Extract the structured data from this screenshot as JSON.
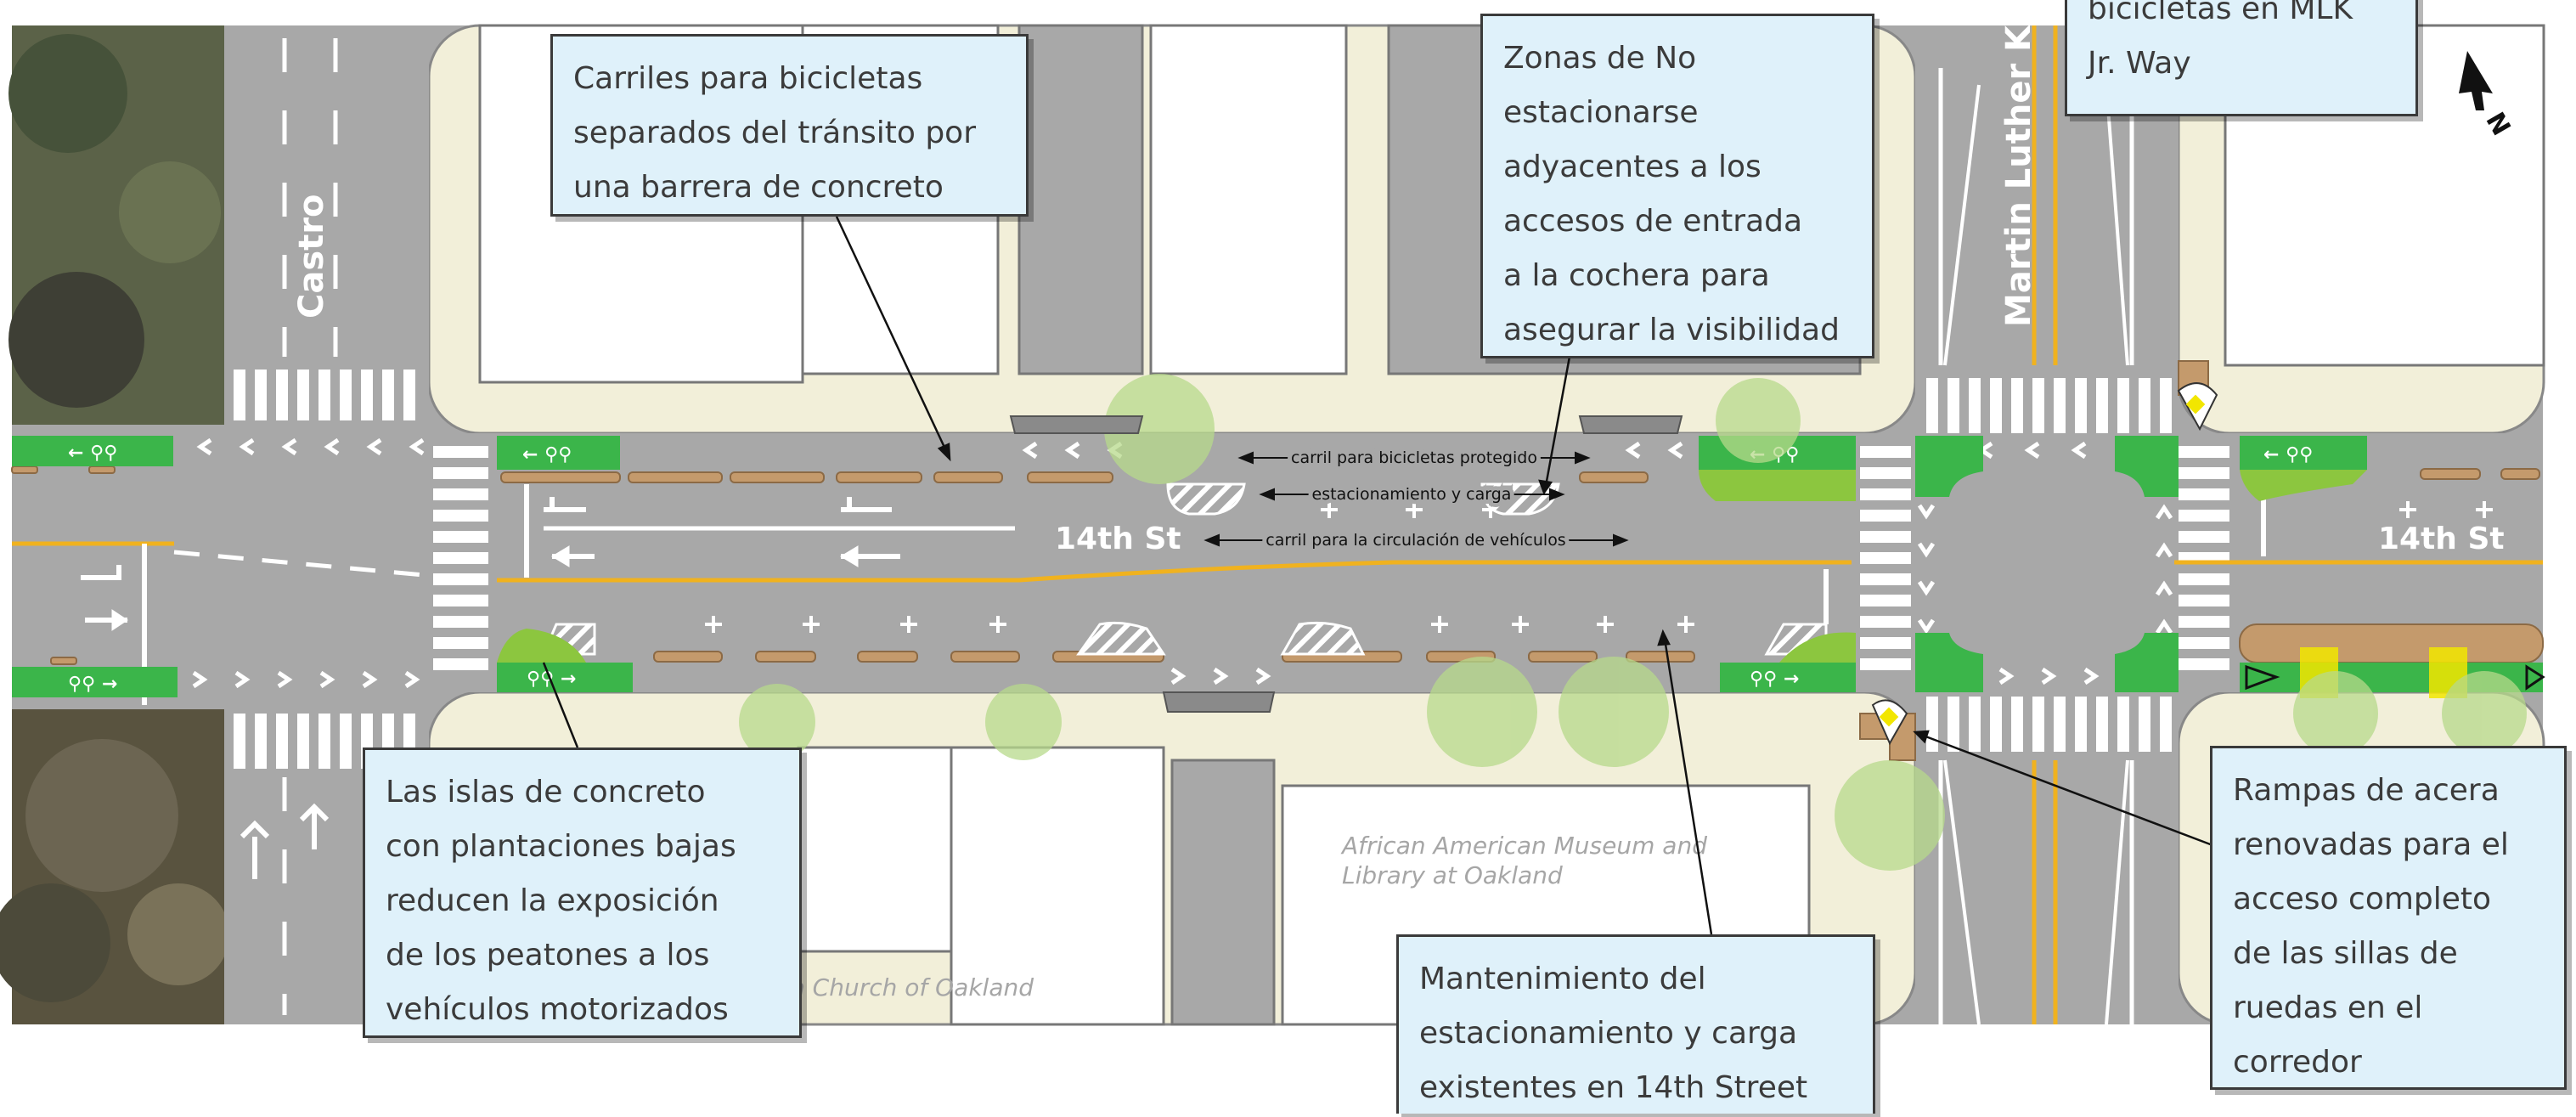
{
  "streets": {
    "fourteenth": "14th St",
    "castro": "Castro",
    "mlk": "Martin Luther King"
  },
  "annotations": {
    "protected_bike_lane": "carril para bicicletas protegido",
    "parking_loading": "estacionamiento y carga",
    "vehicle_lane": "carril para la circulación de vehículos"
  },
  "buildings": {
    "museum_line1": "African American Museum and",
    "museum_line2": "Library at Oakland",
    "church": "n Church of Oakland"
  },
  "callouts": {
    "concrete_barrier": [
      "Carriles para bicicletas",
      "separados del tránsito por",
      "una barrera de concreto"
    ],
    "no_parking": [
      "Zonas de No",
      "estacionarse",
      "adyacentes a los",
      "accesos de entrada",
      "a la cochera para",
      "asegurar la visibilidad"
    ],
    "mlk_bikes": [
      "bicicletas en MLK",
      "Jr. Way"
    ],
    "islands": [
      "Las islas de concreto",
      "con plantaciones bajas",
      "reducen la exposición",
      "de los peatones a los",
      "vehículos motorizados"
    ],
    "parking_kept": [
      "Mantenimiento del",
      "estacionamiento y carga",
      "existentes en 14th Street"
    ],
    "ramps": [
      "Rampas de acera",
      "renovadas para el",
      "acceso completo",
      "de las sillas de",
      "ruedas en el",
      "corredor"
    ]
  },
  "north_arrow": "N",
  "colors": {
    "road": "#a8a8a8",
    "sidewalk": "#f2efd9",
    "bike_green": "#3bb54a",
    "buffer_tan": "#c49a6c",
    "centerline_yellow": "#f0b21f",
    "tree_green": "#b7d98b",
    "callout_fill": "#dff1fa"
  }
}
